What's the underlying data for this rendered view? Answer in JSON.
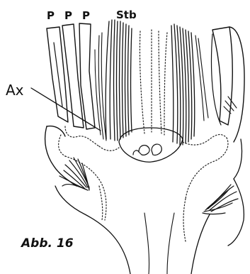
{
  "figure": {
    "labels": {
      "p1": "P",
      "p2": "P",
      "p3": "P",
      "stb": "Stb",
      "ax": "Ax",
      "caption": "Abb. 16"
    }
  }
}
